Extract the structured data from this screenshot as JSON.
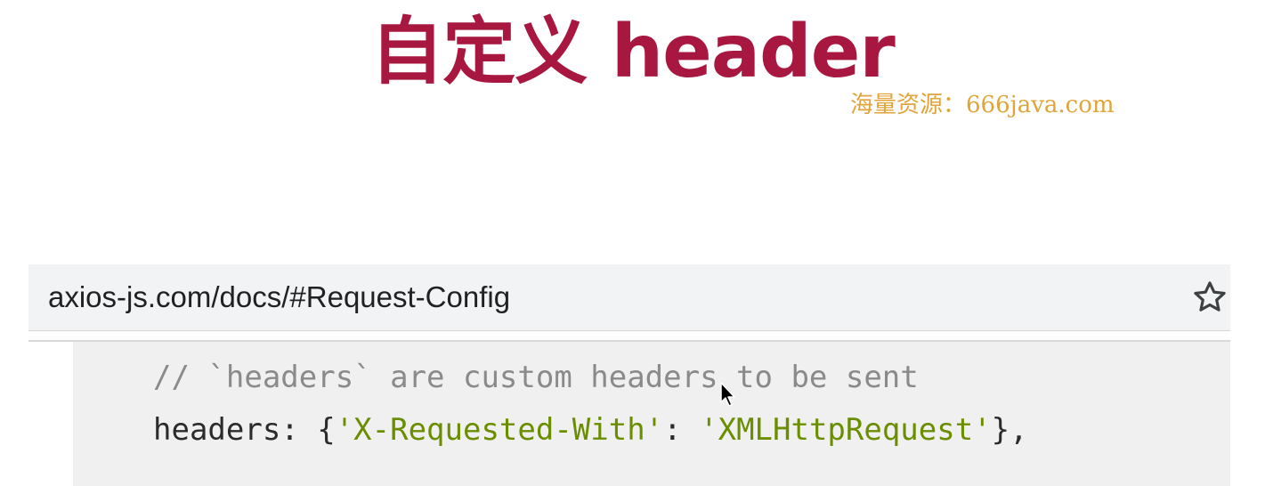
{
  "slide": {
    "title": "自定义 header",
    "watermark": "海量资源：666java.com"
  },
  "browser": {
    "url": "axios-js.com/docs/#Request-Config",
    "bookmark_icon": "star-icon"
  },
  "code": {
    "comment": "// `headers` are custom headers to be sent",
    "line2_key": "headers: {",
    "line2_str1": "'X-Requested-With'",
    "line2_colon": ": ",
    "line2_str2": "'XMLHttpRequest'",
    "line2_end": "},"
  },
  "colors": {
    "title": "#a8173f",
    "watermark": "#e0a43a",
    "code_string": "#6b8e00",
    "code_comment": "#8a8a8a"
  },
  "icons": {
    "cursor": "mouse-pointer-icon"
  }
}
